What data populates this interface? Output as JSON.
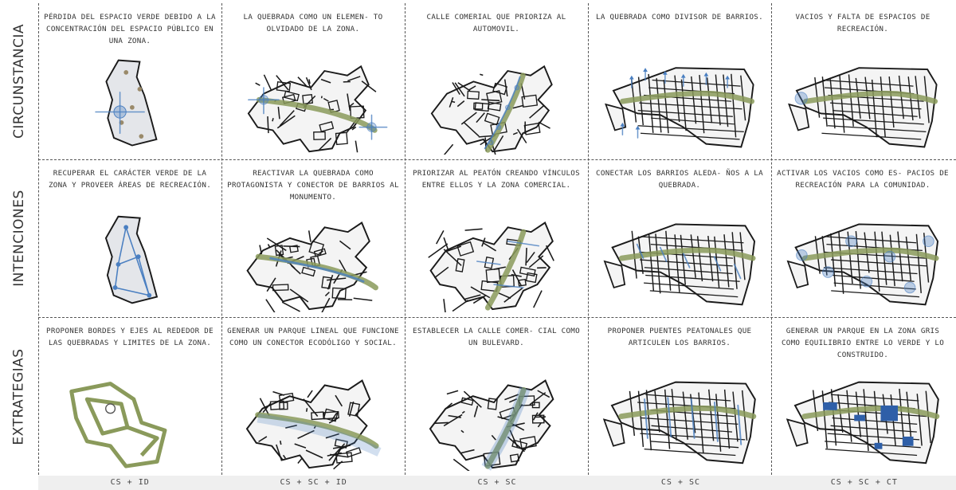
{
  "rows": [
    {
      "label": "CIRCUNSTANCIA",
      "cells": [
        "PÉRDIDA DEL ESPACIO VERDE DEBIDO A LA CONCENTRACIÓN DEL ESPACIO PÚBLICO EN UNA ZONA.",
        "LA QUEBRADA COMO UN ELEMEN- TO OLVIDADO DE LA ZONA.",
        "CALLE COMERIAL QUE PRIORIZA AL AUTOMOVIL.",
        "LA QUEBRADA COMO DIVISOR DE BARRIOS.",
        "VACIOS Y FALTA DE ESPACIOS DE RECREACIÓN."
      ]
    },
    {
      "label": "INTENCIONES",
      "cells": [
        "RECUPERAR EL CARÁCTER VERDE DE LA ZONA Y PROVEER ÁREAS DE RECREACIÓN.",
        "REACTIVAR LA QUEBRADA COMO PROTAGONISTA Y CONECTOR DE BARRIOS AL MONUMENTO.",
        "PRIORIZAR AL PEATÓN CREANDO VÍNCULOS ENTRE ELLOS Y LA ZONA COMERCIAL.",
        "CONECTAR LOS BARRIOS ALEDA- ÑOS A LA QUEBRADA.",
        "ACTIVAR LOS VACIOS COMO ES- PACIOS DE RECREACIÓN PARA LA COMUNIDAD."
      ]
    },
    {
      "label": "EXTRATEGIAS",
      "cells": [
        "PROPONER BORDES Y EJES AL REDEDOR DE LAS QUEBRADAS Y LIMITES DE LA ZONA.",
        "GENERAR UN PARQUE LINEAL QUE FUNCIONE COMO UN CONECTOR ECODÓLIGO Y SOCIAL.",
        "ESTABLECER LA CALLE COMER- CIAL COMO UN BULEVARD.",
        "PROPONER PUENTES PEATONALES QUE ARTICULEN LOS BARRIOS.",
        "GENERAR UN PARQUE EN LA ZONA GRIS COMO EQUILIBRIO ENTRE LO VERDE Y LO CONSTRUIDO."
      ]
    }
  ],
  "footer": [
    "CS + ID",
    "CS + SC + ID",
    "CS + SC",
    "CS + SC",
    "CS + SC + CT"
  ],
  "colors": {
    "green": "#8a9a5b",
    "blue": "#4a7fc1",
    "line": "#1a1a1a",
    "fill": "#e4e6ea"
  }
}
